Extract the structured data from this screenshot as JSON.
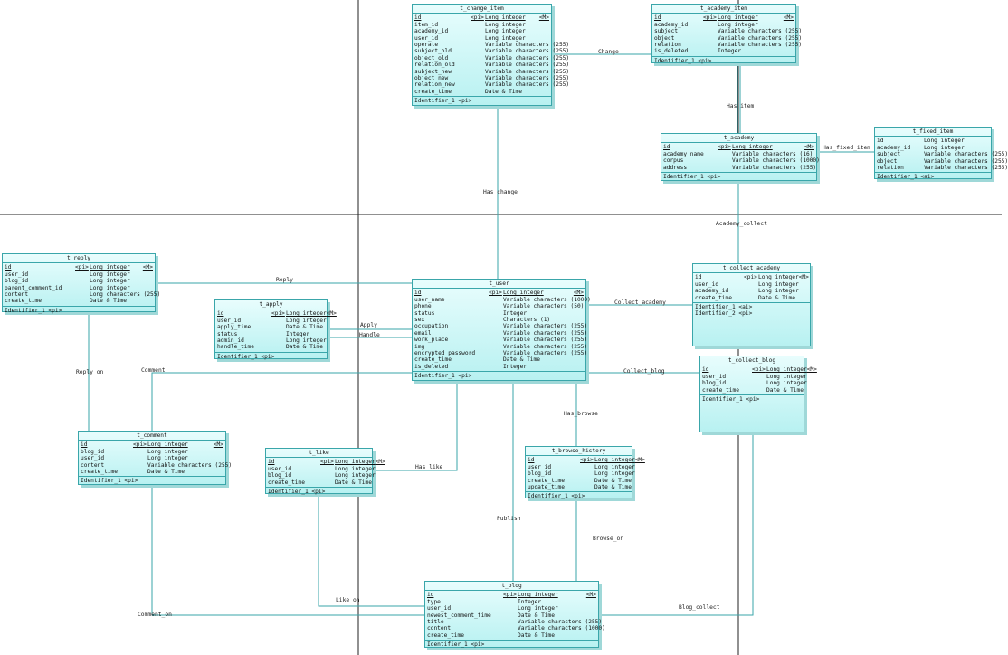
{
  "entities": [
    {
      "id": "t_change_item",
      "name": "t_change_item",
      "attributes": [
        {
          "name": "id",
          "pi": "<pi>",
          "type": "Long integer",
          "m": "<M>",
          "pk": true
        },
        {
          "name": "item_id",
          "pi": "",
          "type": "Long integer",
          "m": ""
        },
        {
          "name": "academy_id",
          "pi": "",
          "type": "Long integer",
          "m": ""
        },
        {
          "name": "user_id",
          "pi": "",
          "type": "Long integer",
          "m": ""
        },
        {
          "name": "operate",
          "pi": "",
          "type": "Variable characters (255)",
          "m": ""
        },
        {
          "name": "subject_old",
          "pi": "",
          "type": "Variable characters (255)",
          "m": ""
        },
        {
          "name": "object_old",
          "pi": "",
          "type": "Variable characters (255)",
          "m": ""
        },
        {
          "name": "relation_old",
          "pi": "",
          "type": "Variable characters (255)",
          "m": ""
        },
        {
          "name": "subject_new",
          "pi": "",
          "type": "Variable characters (255)",
          "m": ""
        },
        {
          "name": "object_new",
          "pi": "",
          "type": "Variable characters (255)",
          "m": ""
        },
        {
          "name": "relation_new",
          "pi": "",
          "type": "Variable characters (255)",
          "m": ""
        },
        {
          "name": "create_time",
          "pi": "",
          "type": "Date & Time",
          "m": ""
        }
      ],
      "identifiers": [
        "Identifier_1 <pi>"
      ]
    },
    {
      "id": "t_academy_item",
      "name": "t_academy_item",
      "attributes": [
        {
          "name": "id",
          "pi": "<pi>",
          "type": "Long integer",
          "m": "<M>",
          "pk": true
        },
        {
          "name": "academy_id",
          "pi": "",
          "type": "Long integer",
          "m": ""
        },
        {
          "name": "subject",
          "pi": "",
          "type": "Variable characters (255)",
          "m": ""
        },
        {
          "name": "object",
          "pi": "",
          "type": "Variable characters (255)",
          "m": ""
        },
        {
          "name": "relation",
          "pi": "",
          "type": "Variable characters (255)",
          "m": ""
        },
        {
          "name": "is_deleted",
          "pi": "",
          "type": "Integer",
          "m": ""
        }
      ],
      "identifiers": [
        "Identifier_1 <pi>"
      ]
    },
    {
      "id": "t_academy",
      "name": "t_academy",
      "attributes": [
        {
          "name": "id",
          "pi": "<pi>",
          "type": "Long integer",
          "m": "<M>",
          "pk": true
        },
        {
          "name": "academy_name",
          "pi": "",
          "type": "Variable characters (16)",
          "m": ""
        },
        {
          "name": "corpus",
          "pi": "",
          "type": "Variable characters (1000)",
          "m": ""
        },
        {
          "name": "address",
          "pi": "",
          "type": "Variable characters (255)",
          "m": ""
        }
      ],
      "identifiers": [
        "Identifier_1 <pi>"
      ]
    },
    {
      "id": "t_fixed_item",
      "name": "t_fixed_item",
      "attributes": [
        {
          "name": "id",
          "pi": "",
          "type": "Long integer",
          "m": ""
        },
        {
          "name": "academy_id",
          "pi": "",
          "type": "Long integer",
          "m": ""
        },
        {
          "name": "subject",
          "pi": "",
          "type": "Variable characters (255)",
          "m": ""
        },
        {
          "name": "object",
          "pi": "",
          "type": "Variable characters (255)",
          "m": ""
        },
        {
          "name": "relation",
          "pi": "",
          "type": "Variable characters (255)",
          "m": ""
        }
      ],
      "identifiers": [
        "Identifier_1 <ai>"
      ]
    },
    {
      "id": "t_reply",
      "name": "t_reply",
      "attributes": [
        {
          "name": "id",
          "pi": "<pi>",
          "type": "Long integer",
          "m": "<M>",
          "pk": true
        },
        {
          "name": "user_id",
          "pi": "",
          "type": "Long integer",
          "m": ""
        },
        {
          "name": "blog_id",
          "pi": "",
          "type": "Long integer",
          "m": ""
        },
        {
          "name": "parent_comment_id",
          "pi": "",
          "type": "Long integer",
          "m": ""
        },
        {
          "name": "content",
          "pi": "",
          "type": "Long characters (255)",
          "m": ""
        },
        {
          "name": "create_time",
          "pi": "",
          "type": "Date & Time",
          "m": ""
        }
      ],
      "identifiers": [
        "Identifier_1 <pi>"
      ]
    },
    {
      "id": "t_apply",
      "name": "t_apply",
      "attributes": [
        {
          "name": "id",
          "pi": "<pi>",
          "type": "Long integer",
          "m": "<M>",
          "pk": true
        },
        {
          "name": "user_id",
          "pi": "",
          "type": "Long integer",
          "m": ""
        },
        {
          "name": "apply_time",
          "pi": "",
          "type": "Date & Time",
          "m": ""
        },
        {
          "name": "status",
          "pi": "",
          "type": "Integer",
          "m": ""
        },
        {
          "name": "admin_id",
          "pi": "",
          "type": "Long integer",
          "m": ""
        },
        {
          "name": "handle_time",
          "pi": "",
          "type": "Date & Time",
          "m": ""
        }
      ],
      "identifiers": [
        "Identifier_1 <pi>"
      ]
    },
    {
      "id": "t_user",
      "name": "t_user",
      "attributes": [
        {
          "name": "id",
          "pi": "<pi>",
          "type": "Long integer",
          "m": "<M>",
          "pk": true
        },
        {
          "name": "user_name",
          "pi": "",
          "type": "Variable characters (1000)",
          "m": ""
        },
        {
          "name": "phone",
          "pi": "",
          "type": "Variable characters (50)",
          "m": ""
        },
        {
          "name": "status",
          "pi": "",
          "type": "Integer",
          "m": ""
        },
        {
          "name": "sex",
          "pi": "",
          "type": "Characters (1)",
          "m": ""
        },
        {
          "name": "occupation",
          "pi": "",
          "type": "Variable characters (255)",
          "m": ""
        },
        {
          "name": "email",
          "pi": "",
          "type": "Variable characters (255)",
          "m": ""
        },
        {
          "name": "work_place",
          "pi": "",
          "type": "Variable characters (255)",
          "m": ""
        },
        {
          "name": "img",
          "pi": "",
          "type": "Variable characters (255)",
          "m": ""
        },
        {
          "name": "encrypted_password",
          "pi": "",
          "type": "Variable characters (255)",
          "m": ""
        },
        {
          "name": "create_time",
          "pi": "",
          "type": "Date & Time",
          "m": ""
        },
        {
          "name": "is_deleted",
          "pi": "",
          "type": "Integer",
          "m": ""
        }
      ],
      "identifiers": [
        "Identifier_1 <pi>"
      ]
    },
    {
      "id": "t_collect_academy",
      "name": "t_collect_academy",
      "attributes": [
        {
          "name": "id",
          "pi": "<pi>",
          "type": "Long integer",
          "m": "<M>",
          "pk": true
        },
        {
          "name": "user_id",
          "pi": "",
          "type": "Long integer",
          "m": ""
        },
        {
          "name": "academy_id",
          "pi": "",
          "type": "Long integer",
          "m": ""
        },
        {
          "name": "create_time",
          "pi": "",
          "type": "Date & Time",
          "m": ""
        }
      ],
      "identifiers": [
        "Identifier_1 <ai>",
        "Identifier_2 <pi>"
      ]
    },
    {
      "id": "t_collect_blog",
      "name": "t_collect_blog",
      "attributes": [
        {
          "name": "id",
          "pi": "<pi>",
          "type": "Long integer",
          "m": "<M>",
          "pk": true
        },
        {
          "name": "user_id",
          "pi": "",
          "type": "Long integer",
          "m": ""
        },
        {
          "name": "blog_id",
          "pi": "",
          "type": "Long integer",
          "m": ""
        },
        {
          "name": "create_time",
          "pi": "",
          "type": "Date & Time",
          "m": ""
        }
      ],
      "identifiers": [
        "Identifier_1 <pi>"
      ]
    },
    {
      "id": "t_comment",
      "name": "t_comment",
      "attributes": [
        {
          "name": "id",
          "pi": "<pi>",
          "type": "Long integer",
          "m": "<M>",
          "pk": true
        },
        {
          "name": "blog_id",
          "pi": "",
          "type": "Long integer",
          "m": ""
        },
        {
          "name": "user_id",
          "pi": "",
          "type": "Long integer",
          "m": ""
        },
        {
          "name": "content",
          "pi": "",
          "type": "Variable characters (255)",
          "m": ""
        },
        {
          "name": "create_time",
          "pi": "",
          "type": "Date & Time",
          "m": ""
        }
      ],
      "identifiers": [
        "Identifier_1 <pi>"
      ]
    },
    {
      "id": "t_like",
      "name": "t_like",
      "attributes": [
        {
          "name": "id",
          "pi": "<pi>",
          "type": "Long integer",
          "m": "<M>",
          "pk": true
        },
        {
          "name": "user_id",
          "pi": "",
          "type": "Long integer",
          "m": ""
        },
        {
          "name": "blog_id",
          "pi": "",
          "type": "Long integer",
          "m": ""
        },
        {
          "name": "create_time",
          "pi": "",
          "type": "Date & Time",
          "m": ""
        }
      ],
      "identifiers": [
        "Identifier_1 <pi>"
      ]
    },
    {
      "id": "t_browse_history",
      "name": "t_browse_history",
      "attributes": [
        {
          "name": "id",
          "pi": "<pi>",
          "type": "Long integer",
          "m": "<M>",
          "pk": true
        },
        {
          "name": "user_id",
          "pi": "",
          "type": "Long integer",
          "m": ""
        },
        {
          "name": "blog_id",
          "pi": "",
          "type": "Long integer",
          "m": ""
        },
        {
          "name": "create_time",
          "pi": "",
          "type": "Date & Time",
          "m": ""
        },
        {
          "name": "update_time",
          "pi": "",
          "type": "Date & Time",
          "m": ""
        }
      ],
      "identifiers": [
        "Identifier_1 <pi>"
      ]
    },
    {
      "id": "t_blog",
      "name": "t_blog",
      "attributes": [
        {
          "name": "id",
          "pi": "<pi>",
          "type": "Long integer",
          "m": "<M>",
          "pk": true
        },
        {
          "name": "type",
          "pi": "",
          "type": "Integer",
          "m": ""
        },
        {
          "name": "user_id",
          "pi": "",
          "type": "Long integer",
          "m": ""
        },
        {
          "name": "newest_comment_time",
          "pi": "",
          "type": "Date & Time",
          "m": ""
        },
        {
          "name": "title",
          "pi": "",
          "type": "Variable characters (255)",
          "m": ""
        },
        {
          "name": "content",
          "pi": "",
          "type": "Variable characters (1000)",
          "m": ""
        },
        {
          "name": "create_time",
          "pi": "",
          "type": "Date & Time",
          "m": ""
        }
      ],
      "identifiers": [
        "Identifier_1 <pi>"
      ]
    }
  ],
  "relationships": [
    {
      "id": "change",
      "label": "Change"
    },
    {
      "id": "has_item",
      "label": "Has_item"
    },
    {
      "id": "has_fixed_item",
      "label": "Has_fixed_item"
    },
    {
      "id": "has_change",
      "label": "Has_change"
    },
    {
      "id": "academy_collect",
      "label": "Academy_collect"
    },
    {
      "id": "reply",
      "label": "Reply"
    },
    {
      "id": "apply",
      "label": "Apply"
    },
    {
      "id": "handle",
      "label": "Handle"
    },
    {
      "id": "collect_academy",
      "label": "Collect_academy"
    },
    {
      "id": "collect_blog",
      "label": "Collect_blog"
    },
    {
      "id": "reply_on",
      "label": "Reply_on"
    },
    {
      "id": "comment",
      "label": "Comment"
    },
    {
      "id": "has_like",
      "label": "Has_like"
    },
    {
      "id": "has_browse",
      "label": "Has_browse"
    },
    {
      "id": "publish",
      "label": "Publish"
    },
    {
      "id": "browse_on",
      "label": "Browse_on"
    },
    {
      "id": "like_on",
      "label": "Like_on"
    },
    {
      "id": "comment_on",
      "label": "Comment_on"
    },
    {
      "id": "blog_collect",
      "label": "Blog_collect"
    }
  ],
  "colors": {
    "entity_border": "#3aa6aa",
    "entity_fill": "#c8f5f5",
    "line": "#3aa6aa",
    "page_line": "#222222"
  }
}
